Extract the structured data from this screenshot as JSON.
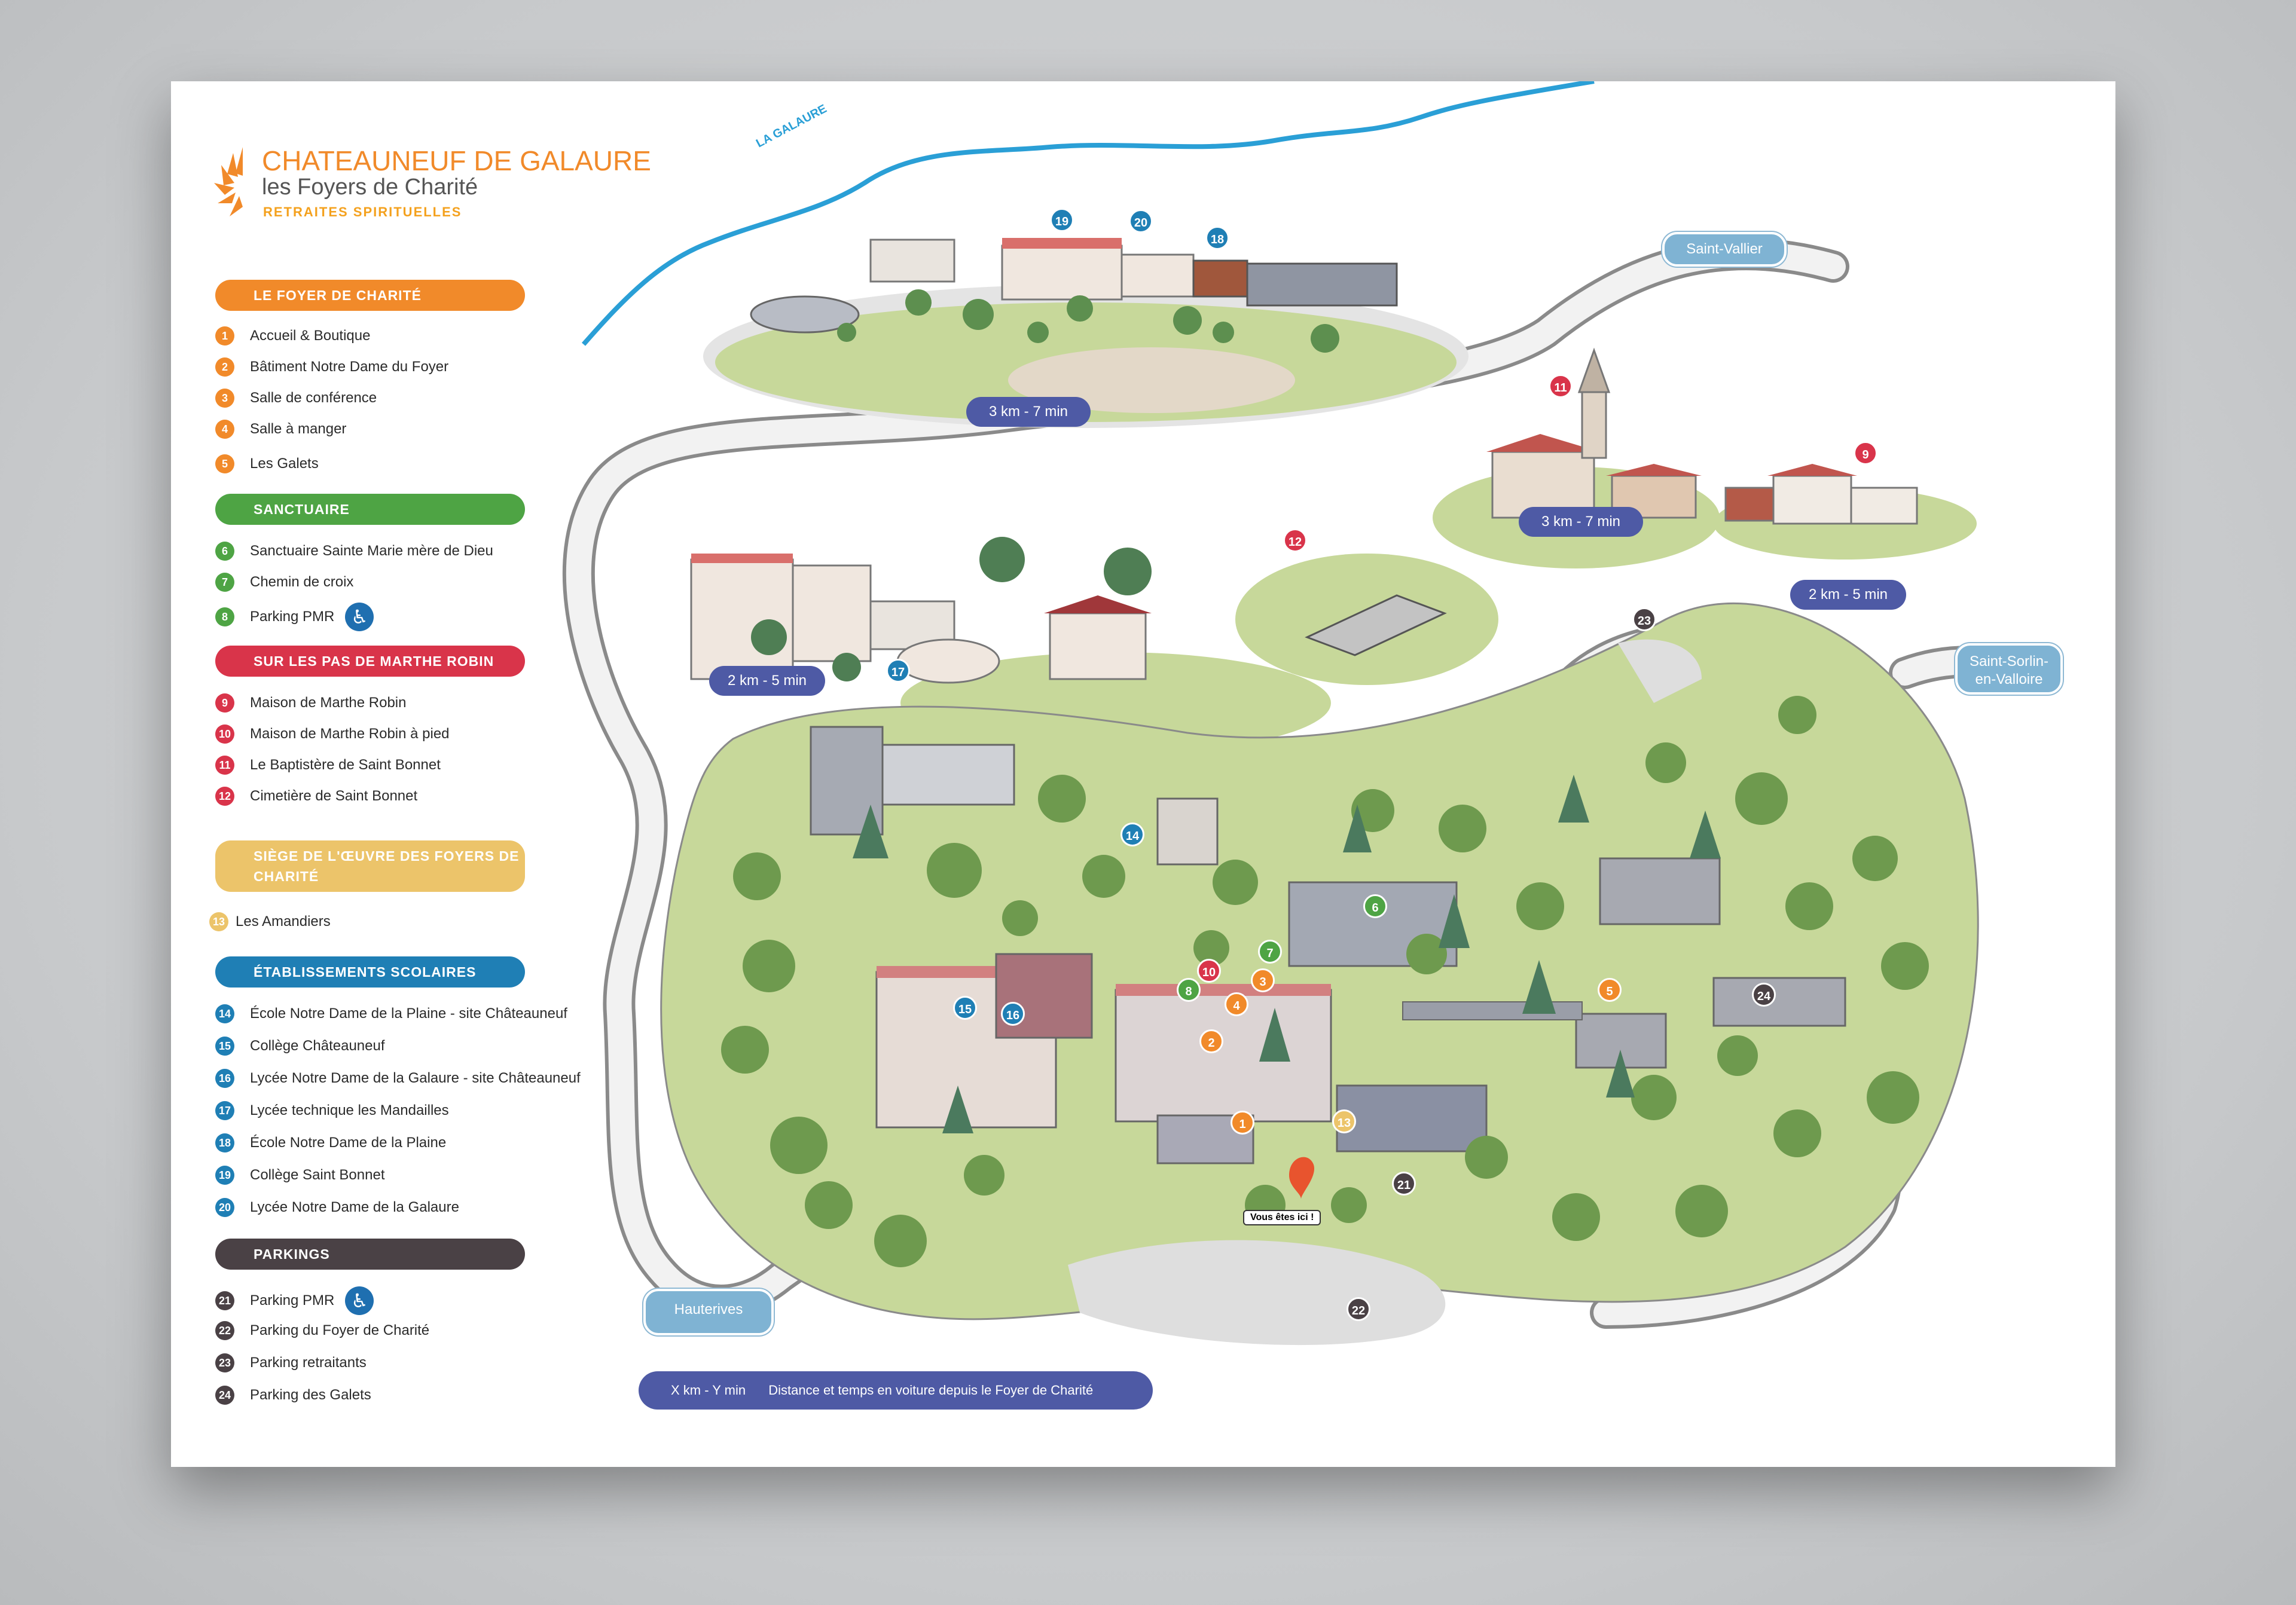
{
  "logo": {
    "title": "CHATEAUNEUF DE GALAURE",
    "subtitle": "les Foyers de Charité",
    "tagline": "RETRAITES SPIRITUELLES",
    "color": "#f18a2a"
  },
  "legend": [
    {
      "title": "LE FOYER DE CHARITÉ",
      "color": "#f18a2a",
      "items": [
        {
          "n": "1",
          "label": "Accueil & Boutique"
        },
        {
          "n": "2",
          "label": "Bâtiment Notre Dame du Foyer"
        },
        {
          "n": "3",
          "label": "Salle de conférence"
        },
        {
          "n": "4",
          "label": "Salle à manger"
        },
        {
          "n": "5",
          "label": "Les Galets"
        }
      ]
    },
    {
      "title": "SANCTUAIRE",
      "color": "#4ea444",
      "items": [
        {
          "n": "6",
          "label": "Sanctuaire Sainte Marie mère de Dieu"
        },
        {
          "n": "7",
          "label": "Chemin de croix"
        },
        {
          "n": "8",
          "label": "Parking PMR",
          "pmr": true
        }
      ]
    },
    {
      "title": "SUR LES PAS DE MARTHE ROBIN",
      "color": "#d9344a",
      "items": [
        {
          "n": "9",
          "label": "Maison de Marthe Robin"
        },
        {
          "n": "10",
          "label": "Maison de Marthe Robin à pied"
        },
        {
          "n": "11",
          "label": "Le Baptistère de Saint Bonnet"
        },
        {
          "n": "12",
          "label": "Cimetière de Saint Bonnet"
        }
      ]
    },
    {
      "title": "SIÈGE DE L'ŒUVRE DES FOYERS DE CHARITÉ",
      "color": "#ecc46a",
      "items": [
        {
          "n": "13",
          "label": "Les Amandiers"
        }
      ]
    },
    {
      "title": "ÉTABLISSEMENTS SCOLAIRES",
      "color": "#1f7fb5",
      "items": [
        {
          "n": "14",
          "label": "École Notre Dame de la Plaine - site Châteauneuf"
        },
        {
          "n": "15",
          "label": "Collège Châteauneuf"
        },
        {
          "n": "16",
          "label": "Lycée Notre Dame de la Galaure - site Châteauneuf"
        },
        {
          "n": "17",
          "label": "Lycée technique les Mandailles"
        },
        {
          "n": "18",
          "label": "École Notre Dame de la Plaine"
        },
        {
          "n": "19",
          "label": "Collège Saint Bonnet"
        },
        {
          "n": "20",
          "label": "Lycée Notre Dame de la Galaure"
        }
      ]
    },
    {
      "title": "PARKINGS",
      "color": "#4a4145",
      "items": [
        {
          "n": "21",
          "label": "Parking PMR",
          "pmr": true
        },
        {
          "n": "22",
          "label": "Parking du Foyer de Charité"
        },
        {
          "n": "23",
          "label": "Parking retraitants"
        },
        {
          "n": "24",
          "label": "Parking des Galets"
        }
      ]
    }
  ],
  "pmr_icon": "wheelchair-icon",
  "map": {
    "river_label": "LA GALAURE",
    "towns": {
      "saint_vallier": "Saint-Vallier",
      "saint_sorlin_1": "Saint-Sorlin-",
      "saint_sorlin_2": "en-Valloire",
      "hauterives": "Hauterives"
    },
    "distances": {
      "top": "3 km - 7 min",
      "church": "3 km - 7 min",
      "maison": "2 km - 5 min",
      "lycee": "2 km - 5 min"
    },
    "you_are_here": "Vous êtes ici !",
    "footnote_key": "X km - Y min",
    "footnote_text": "Distance et temps en voiture depuis le Foyer de Charité"
  }
}
